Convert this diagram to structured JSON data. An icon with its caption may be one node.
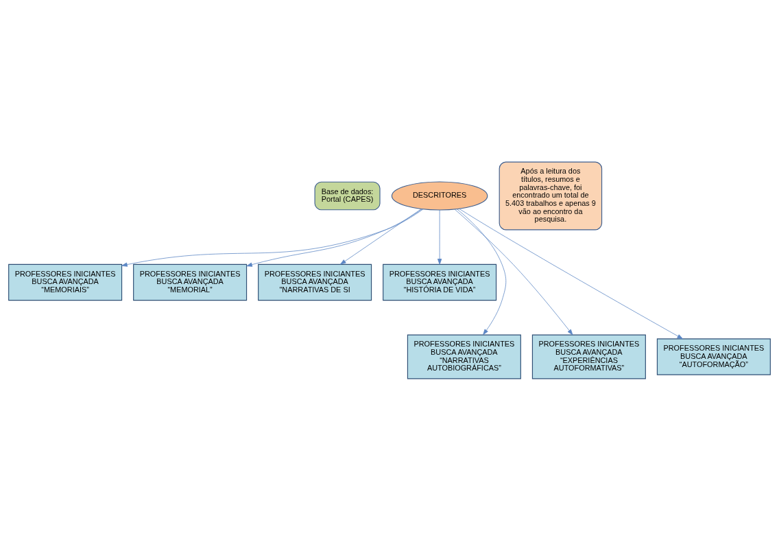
{
  "diagram": {
    "nodes": [
      {
        "text": [
          "Base de dados: Portal (CAPES)"
        ]
      },
      {
        "text": [
          "DESCRITORES"
        ]
      },
      {
        "text": [
          "Após a leitura dos títulos, resumos e palavras-chave, foi encontrado um total de 5.403 trabalhos e apenas 9 vão ao encontro da pesquisa."
        ]
      },
      {
        "text": [
          "PROFESSORES INICIANTES BUSCA AVANÇADA “MEMORIAIS”"
        ]
      },
      {
        "text": [
          "PROFESSORES INICIANTES BUSCA AVANÇADA “MEMORIAL”"
        ]
      },
      {
        "text": [
          "PROFESSORES INICIANTES BUSCA AVANÇADA \"NARRATIVAS DE SI"
        ]
      },
      {
        "text": [
          "PROFESSORES INICIANTES BUSCA AVANÇADA “HISTÓRIA DE VIDA”"
        ]
      },
      {
        "text": [
          "PROFESSORES INICIANTES BUSCA AVANÇADA “NARRATIVAS AUTOBIOGRÁFICAS”"
        ]
      },
      {
        "text": [
          "PROFESSORES INICIANTES BUSCA AVANÇADA “EXPERIÊNCIAS AUTOFORMATIVAS”"
        ]
      },
      {
        "text": [
          "PROFESSORES INICIANTES BUSCA AVANÇADA “AUTOFORMAÇÃO”"
        ]
      }
    ],
    "edges": [
      {
        "from": 1,
        "to": 3,
        "arrow": "to"
      },
      {
        "from": 1,
        "to": 7,
        "arrow": "to"
      },
      {
        "from": 1,
        "to": 4,
        "arrow": "to"
      },
      {
        "from": 1,
        "to": 8,
        "arrow": "to"
      },
      {
        "from": 1,
        "to": 5,
        "arrow": "to"
      },
      {
        "from": 1,
        "to": 9,
        "arrow": "to"
      },
      {
        "from": 1,
        "to": 6,
        "arrow": "to"
      }
    ]
  }
}
